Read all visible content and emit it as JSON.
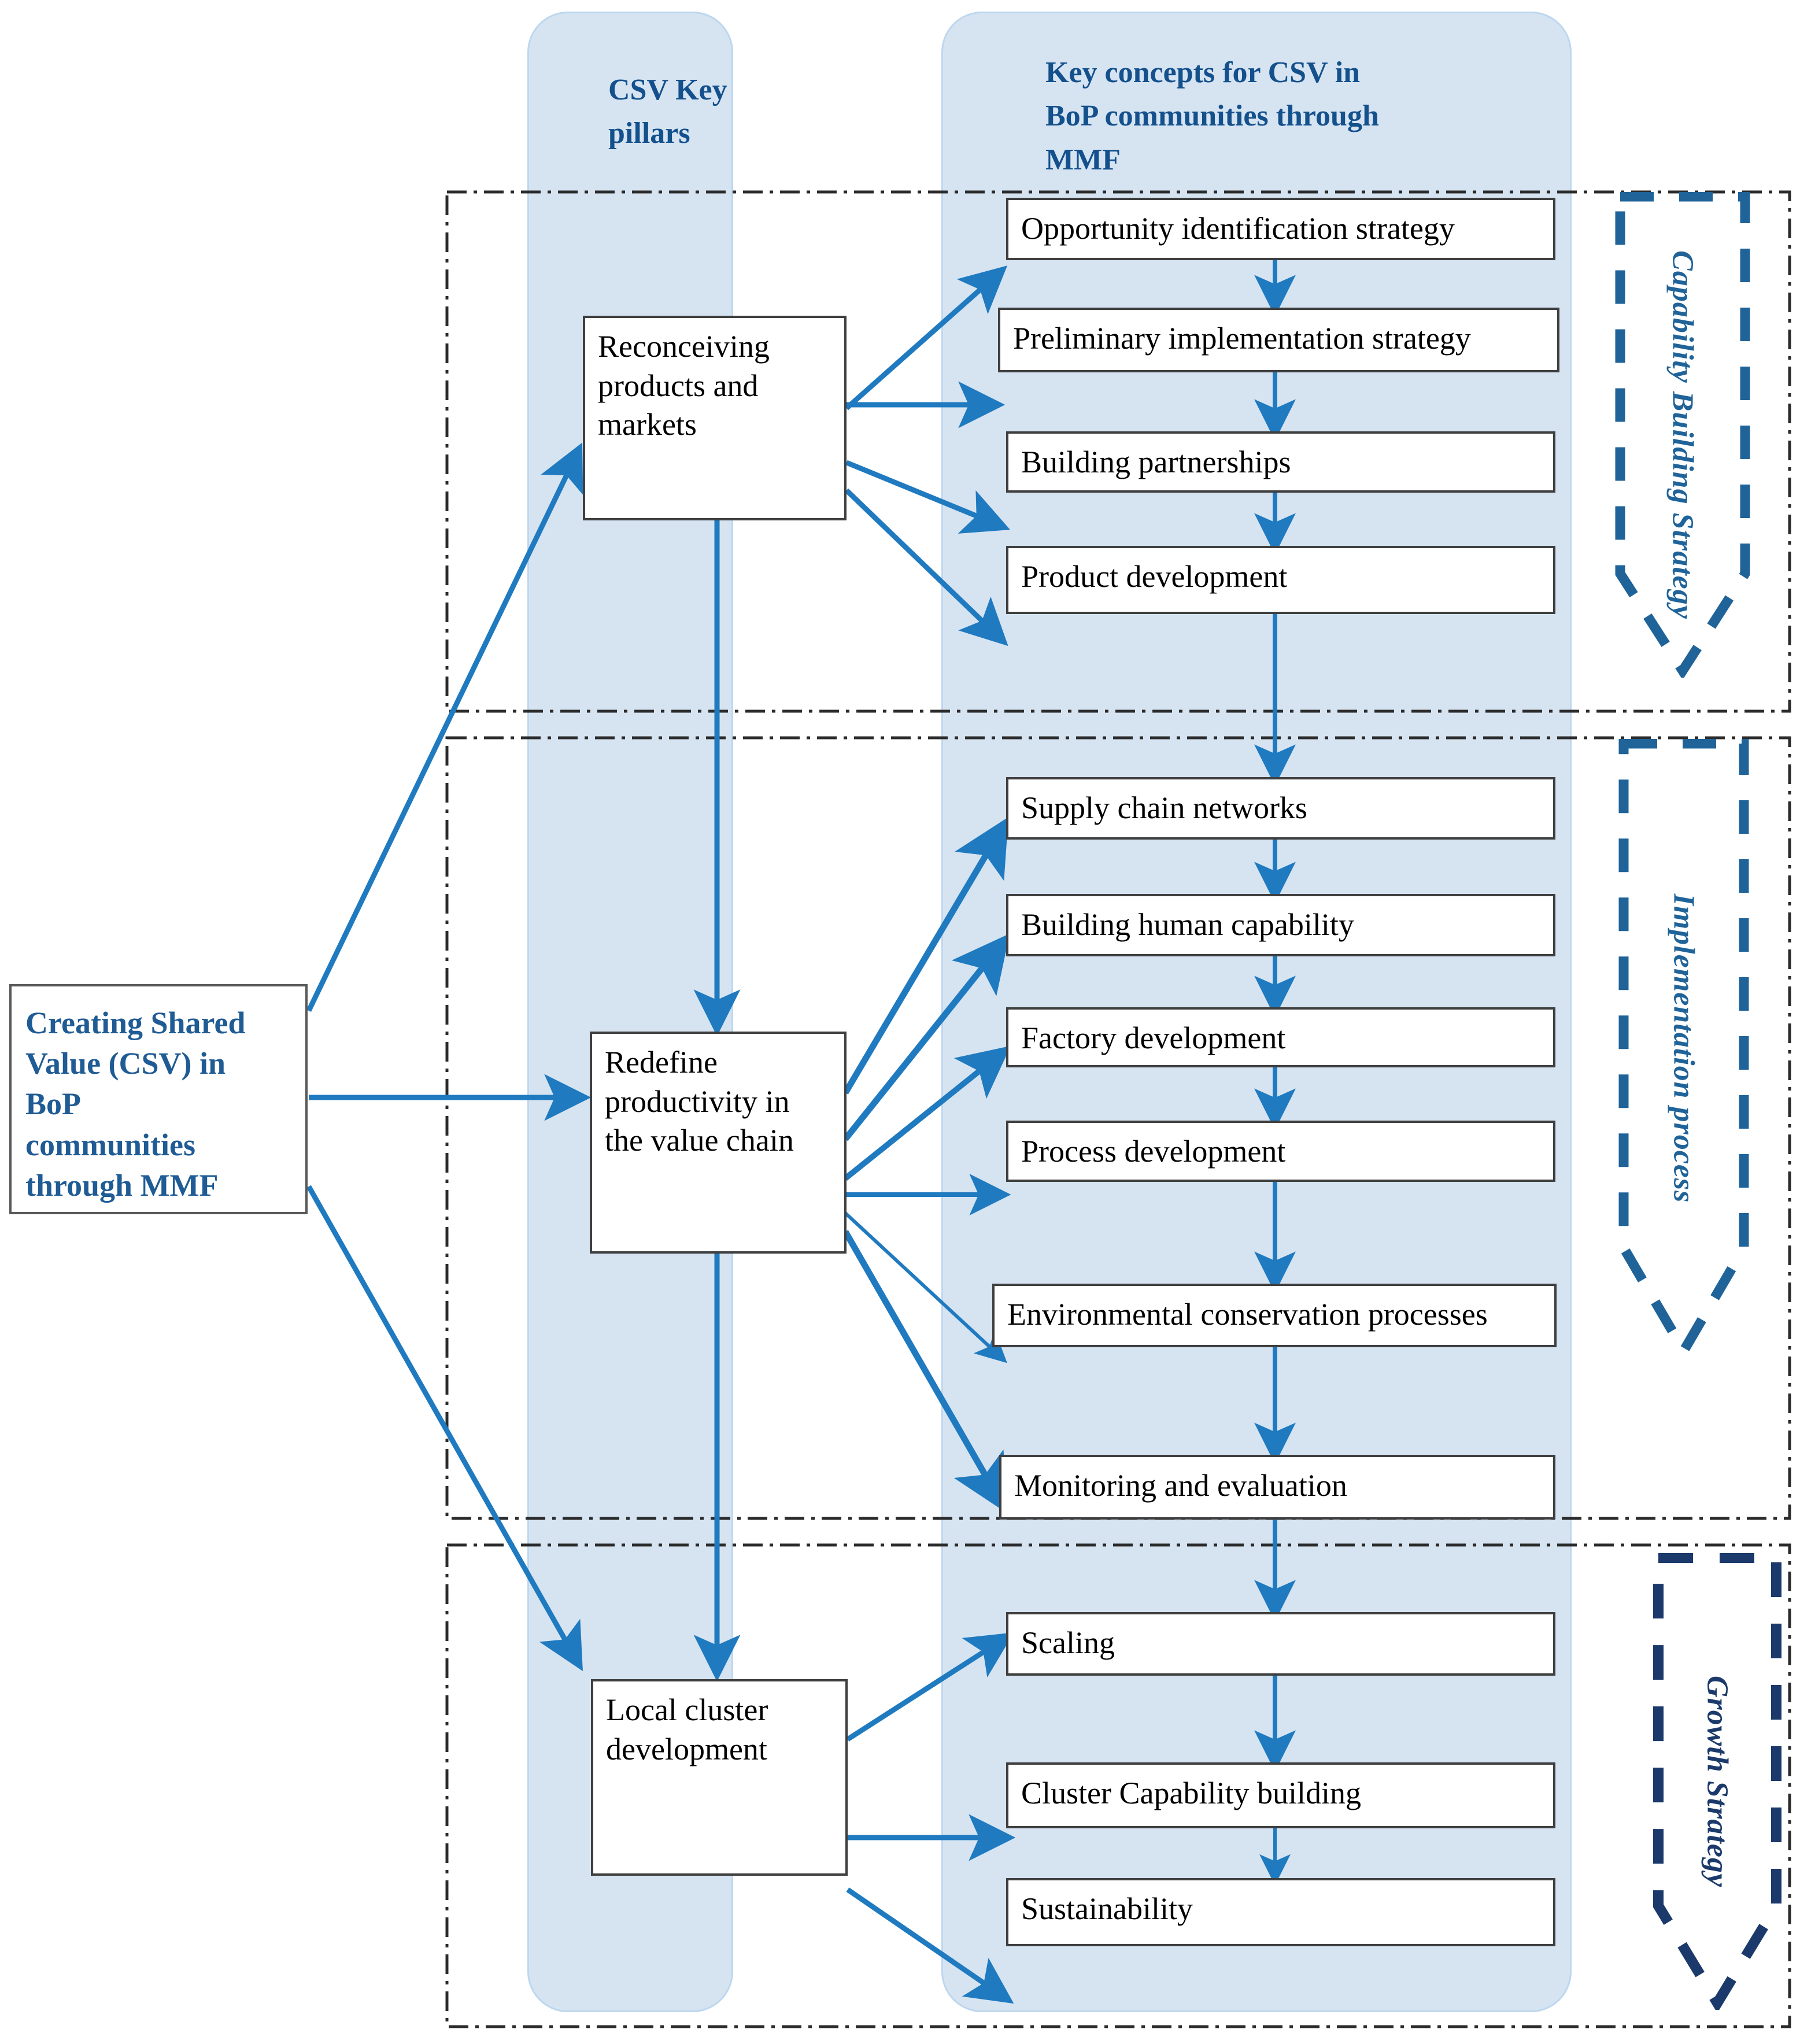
{
  "colors": {
    "column_bg": "#d6e4f2",
    "column_border": "#bdd7ee",
    "arrow_blue": "#1f7ac0",
    "heading_blue": "#14508c",
    "root_text_blue": "#1f5b94",
    "strategy_blue": "#1f6399",
    "strategy_navy": "#1b3a6b",
    "node_border": "#3f3f3f",
    "frame_black": "#2b2b2b"
  },
  "headers": {
    "pillars": "CSV Key\npillars",
    "concepts": "Key concepts for CSV in\nBoP communities through\nMMF"
  },
  "root": {
    "label": "Creating Shared Value (CSV) in BoP communities through MMF",
    "lines": [
      "Creating Shared",
      "Value (CSV) in",
      "BoP",
      "communities",
      "through MMF"
    ]
  },
  "pillars": [
    {
      "id": "reconceiving",
      "label": "Reconceiving products and markets"
    },
    {
      "id": "redefine",
      "label": "Redefine productivity in the value chain"
    },
    {
      "id": "cluster",
      "label": "Local cluster development"
    }
  ],
  "sections": [
    {
      "id": "capability-building",
      "strategy_label": "Capability Building Strategy",
      "strategy_color": "#1f6399",
      "concepts": [
        "Opportunity identification  strategy",
        "Preliminary  implementation strategy",
        "Building  partnerships",
        "Product development"
      ]
    },
    {
      "id": "implementation",
      "strategy_label": "Implementation process",
      "strategy_color": "#1f6399",
      "concepts": [
        "Supply chain networks",
        "Building  human capability",
        "Factory development",
        "Process development",
        "Environmental conservation processes",
        "Monitoring and evaluation"
      ]
    },
    {
      "id": "growth",
      "strategy_label": "Growth Strategy",
      "strategy_color": "#1b3a6b",
      "concepts": [
        "Scaling",
        "Cluster Capability  building",
        "Sustainability"
      ]
    }
  ]
}
